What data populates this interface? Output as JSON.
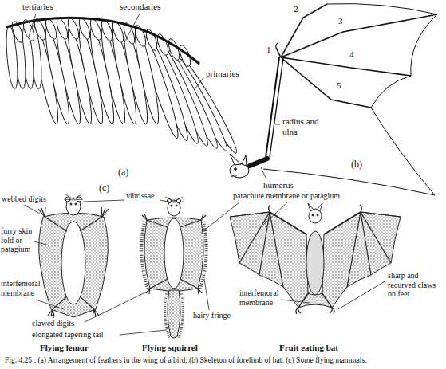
{
  "diagram": {
    "caption": "Fig. 4.25 : (a) Arrangement of feathers in the wing of a bird, (b) Skeleton of forelimb of bat. (c) Some flying mammals.",
    "labels": [
      "tertiaries",
      "secondaries",
      "primaries",
      "(a)",
      "1",
      "2",
      "3",
      "4",
      "5",
      "radius and ulna",
      "humerus",
      "(b)",
      "webbed digits",
      "vibrissae",
      "parachute membrane or patagium",
      "furry skin fold or patagium",
      "hairy fringe",
      "(c)",
      "interfemoral membrane",
      "sharp and recurved claws on feet",
      "interfemoral membrane",
      "clawed digits",
      "elongated tapering tail",
      "Flying lemur",
      "Flying squirrel",
      "Fruit eating bat"
    ]
  }
}
